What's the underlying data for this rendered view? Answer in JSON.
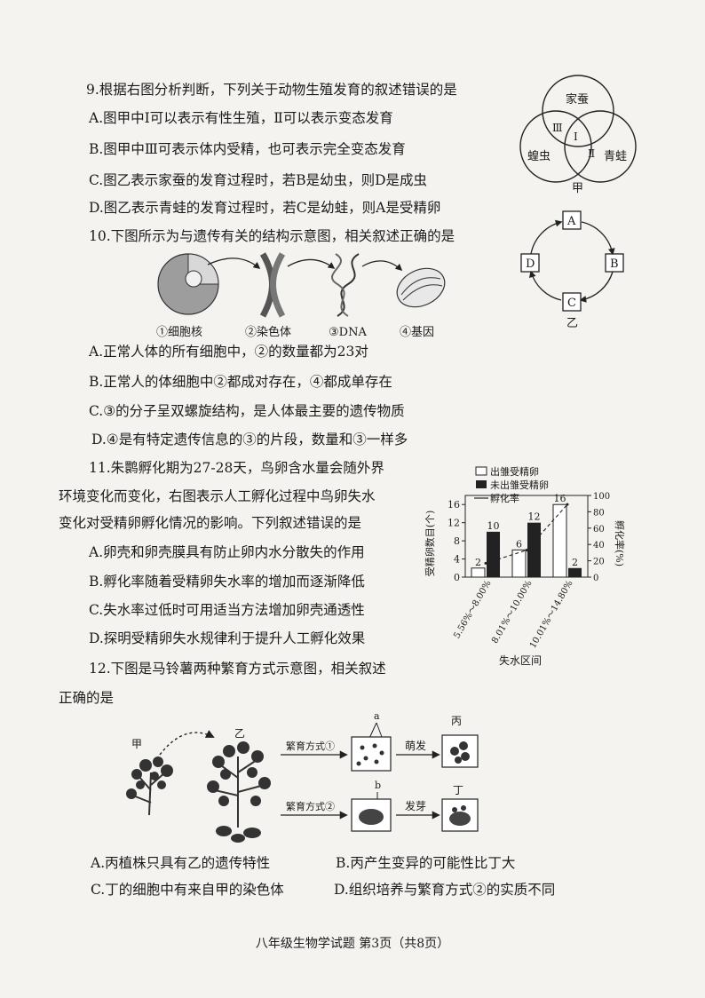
{
  "q9": {
    "stem": "9.根据右图分析判断，下列关于动物生殖发育的叙述错误的是",
    "options": [
      "A.图甲中Ⅰ可以表示有性生殖，Ⅱ可以表示变态发育",
      "B.图甲中Ⅲ可表示体内受精，也可表示完全变态发育",
      "C.图乙表示家蚕的发育过程时，若B是幼虫，则D是成虫",
      "D.图乙表示青蛙的发育过程时，若C是幼蛙，则A是受精卵"
    ],
    "venn": {
      "top": "家蚕",
      "left": "蝗虫",
      "right": "青蛙",
      "r1": "Ⅰ",
      "r2": "Ⅱ",
      "r3": "Ⅲ",
      "caption": "甲"
    },
    "cycle": {
      "a": "A",
      "b": "B",
      "c": "C",
      "d": "D",
      "caption": "乙"
    }
  },
  "q10": {
    "stem": "10.下图所示为与遗传有关的结构示意图，相关叙述正确的是",
    "labels": [
      "①细胞核",
      "②染色体",
      "③DNA",
      "④基因"
    ],
    "options": [
      "A.正常人体的所有细胞中，②的数量都为23对",
      "B.正常人的体细胞中②都成对存在，④都成单存在",
      "C.③的分子呈双螺旋结构，是人体最主要的遗传物质",
      "D.④是有特定遗传信息的③的片段，数量和③一样多"
    ]
  },
  "q11": {
    "stem_lines": [
      "11.朱鹮孵化期为27-28天，鸟卵含水量会随外界",
      "环境变化而变化，右图表示人工孵化过程中鸟卵失水",
      "变化对受精卵孵化情况的影响。下列叙述错误的是"
    ],
    "options": [
      "A.卵壳和卵壳膜具有防止卵内水分散失的作用",
      "B.孵化率随着受精卵失水率的增加而逐渐降低",
      "C.失水率过低时可用适当方法增加卵壳通透性",
      "D.探明受精卵失水规律利于提升人工孵化效果"
    ]
  },
  "chart_data": {
    "type": "bar",
    "categories": [
      "5.56%～8.00%",
      "8.01%～10.00%",
      "10.01%～14.80%"
    ],
    "series": [
      {
        "name": "出雏受精卵",
        "values": [
          2,
          6,
          16
        ]
      },
      {
        "name": "未出雏受精卵",
        "values": [
          10,
          12,
          2
        ]
      },
      {
        "name": "孵化率",
        "values": [
          17,
          33,
          89
        ]
      }
    ],
    "xlabel": "失水区间",
    "ylabel": "受精卵数目(个)",
    "y2label": "孵化率(%)",
    "ylim": [
      0,
      18
    ],
    "y2lim": [
      0,
      100
    ],
    "yticks": [
      "0",
      "4",
      "8",
      "12",
      "16"
    ],
    "y2ticks": [
      "0",
      "20",
      "40",
      "60",
      "80",
      "100"
    ],
    "data_labels": [
      "2",
      "10",
      "6",
      "12",
      "16",
      "2"
    ],
    "legend": [
      "出雏受精卵",
      "未出雏受精卵",
      "孵化率"
    ]
  },
  "q12": {
    "stem_lines": [
      "12.下图是马铃薯两种繁育方式示意图，相关叙述",
      "正确的是"
    ],
    "diagram": {
      "jia": "甲",
      "yi": "乙",
      "bing": "丙",
      "ding": "丁",
      "method1": "繁育方式①",
      "method2": "繁育方式②",
      "sprout1": "萌发",
      "sprout2": "发芽",
      "a": "a",
      "b": "b"
    },
    "options": [
      "A.丙植株只具有乙的遗传特性",
      "B.丙产生变异的可能性比丁大",
      "C.丁的细胞中有来自甲的染色体",
      "D.组织培养与繁育方式②的实质不同"
    ]
  },
  "footer": "八年级生物学试题  第3页（共8页）"
}
